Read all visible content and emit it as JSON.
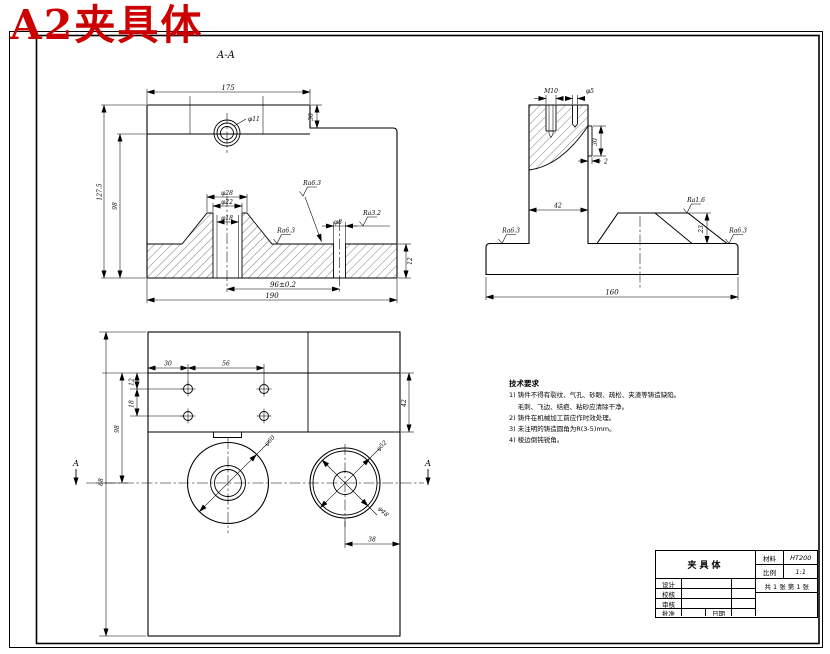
{
  "sheet": {
    "title": "A2夹具体",
    "section_label": "A-A"
  },
  "front_view": {
    "dim_width_top": "175",
    "dim_step": "30",
    "dim_hole_top": "φ11",
    "dim_height_total": "127.5",
    "dim_height_inner": "98",
    "dim_boss_outer": "φ28",
    "dim_boss_mid": "φ22",
    "dim_boss_inner": "φ18",
    "dim_hole_small": "φ8",
    "dim_band_height": "12",
    "dim_hole_span": "96±0.2",
    "dim_width_bottom": "190",
    "ra_slot": "Ra6.3",
    "ra_base": "Ra6.3",
    "ra_hole": "Ra3.2"
  },
  "side_view": {
    "dim_thread": "M10",
    "dim_hole": "φ5",
    "dim_strip_height": "30",
    "dim_strip_width": "2",
    "dim_column_width": "42",
    "dim_pad_height": "23",
    "dim_base_width": "160",
    "ra_left": "Ra6.3",
    "ra_pad": "Ra1.6",
    "ra_right": "Ra6.3"
  },
  "plan_view": {
    "dim_hole_x1": "30",
    "dim_hole_x2": "56",
    "dim_hole_y1": "12",
    "dim_hole_y2": "18",
    "dim_depth_inner": "98",
    "dim_depth_outer": "68",
    "dim_band_right": "42",
    "dim_offset": "38",
    "dim_circle_left": "φ60",
    "dim_circle_right_outer": "φ52",
    "dim_circle_right_inner": "φ48",
    "section_left": "A",
    "section_right": "A"
  },
  "tech_req": {
    "title": "技术要求",
    "lines": [
      "1) 铸件不得有裂纹、气孔、砂眼、疏松、夹渣等铸造缺陷。",
      "　 毛刺、飞边、结疤、粘砂应清除干净。",
      "2) 铸件在机械加工前应作时效处理。",
      "3) 未注明的铸造圆角为R(3-5)mm。",
      "4) 棱边倒钝锐角。"
    ]
  },
  "title_block": {
    "part_name": "夹具体",
    "material_label": "材料",
    "material": "HT200",
    "scale_label": "比例",
    "scale": "1:1",
    "sheet_info": "共 1 张  第 1 张",
    "row_design": "设计",
    "row_check": "校核",
    "row_review": "审核",
    "row_approve": "批准",
    "date_label": "日期"
  },
  "colors": {
    "accent_red": "#cc0000",
    "line": "#000000"
  }
}
